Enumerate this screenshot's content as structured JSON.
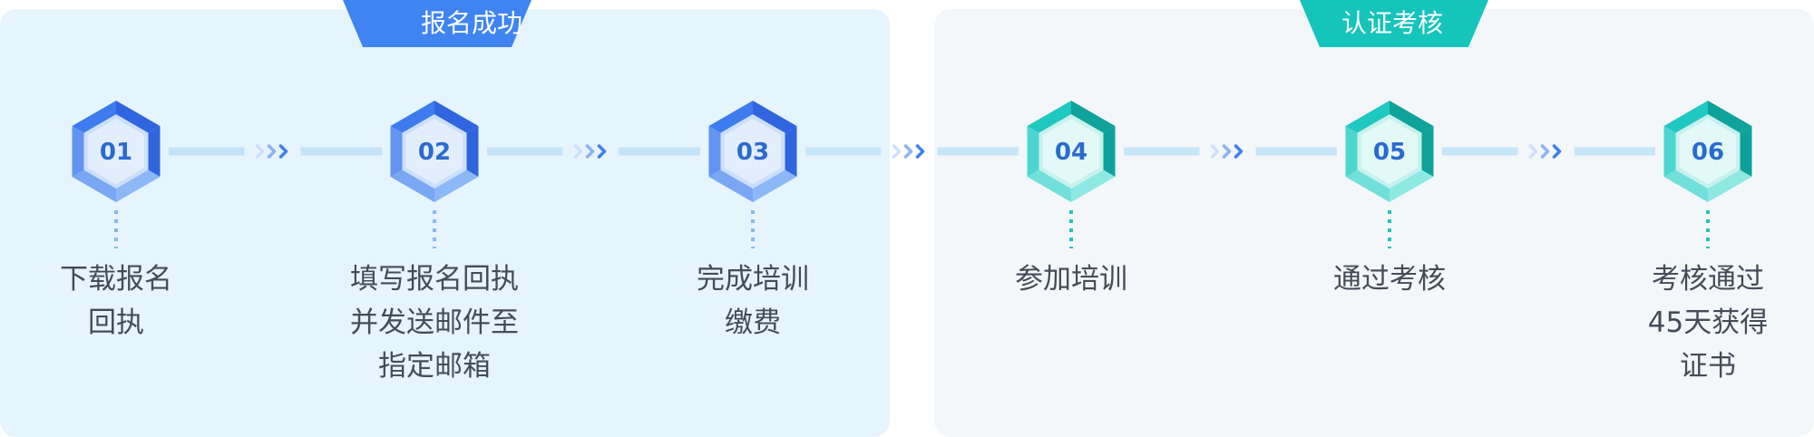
{
  "groups": [
    {
      "label": "报名成功",
      "color": "#3f84f1",
      "color_dark": "#1f57c5"
    },
    {
      "label": "认证考核",
      "color": "#15c4bb",
      "color_dark": "#08958d"
    }
  ],
  "steps": [
    {
      "num": "01",
      "label": "下载报名\n回执",
      "group": 0
    },
    {
      "num": "02",
      "label": "填写报名回执\n并发送邮件至\n指定邮箱",
      "group": 0
    },
    {
      "num": "03",
      "label": "完成培训\n缴费",
      "group": 0
    },
    {
      "num": "04",
      "label": "参加培训",
      "group": 1
    },
    {
      "num": "05",
      "label": "通过考核",
      "group": 1
    },
    {
      "num": "06",
      "label": "考核通过\n45天获得\n证书",
      "group": 1
    }
  ]
}
